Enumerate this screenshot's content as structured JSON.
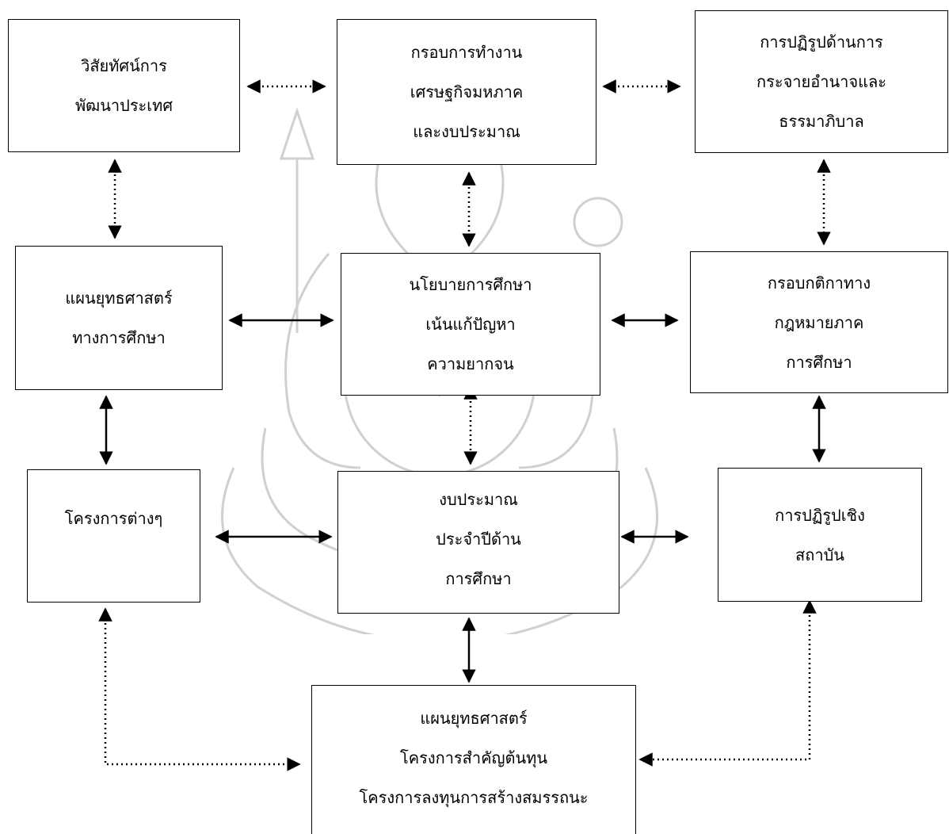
{
  "diagram": {
    "boxes": {
      "vision": {
        "lines": [
          "วิสัยทัศน์การ",
          "พัฒนาประเทศ"
        ]
      },
      "macro": {
        "lines": [
          "กรอบการทำงาน",
          "เศรษฐกิจมหภาค",
          "และงบประมาณ"
        ]
      },
      "decentral": {
        "lines": [
          "การปฏิรูปด้านการ",
          "กระจายอำนาจและ",
          "ธรรมาภิบาล"
        ]
      },
      "edu_strategy": {
        "lines": [
          "แผนยุทธศาสตร์",
          "ทางการศึกษา"
        ]
      },
      "policy": {
        "lines": [
          "นโยบายการศึกษา",
          "เน้นแก้ปัญหา",
          "ความยากจน"
        ]
      },
      "legal": {
        "lines": [
          "กรอบกติกาทาง",
          "กฎหมายภาค",
          "การศึกษา"
        ]
      },
      "projects": {
        "lines": [
          "โครงการต่างๆ"
        ]
      },
      "budget": {
        "lines": [
          "งบประมาณ",
          "ประจำปีด้าน",
          "การศึกษา"
        ]
      },
      "institution": {
        "lines": [
          "การปฏิรูปเชิง",
          "สถาบัน"
        ]
      },
      "strategic_plan": {
        "lines": [
          "แผนยุทธศาสตร์",
          "โครงการสำคัญต้นทุน",
          "โครงการลงทุนการสร้างสมรรถนะ"
        ]
      }
    }
  }
}
